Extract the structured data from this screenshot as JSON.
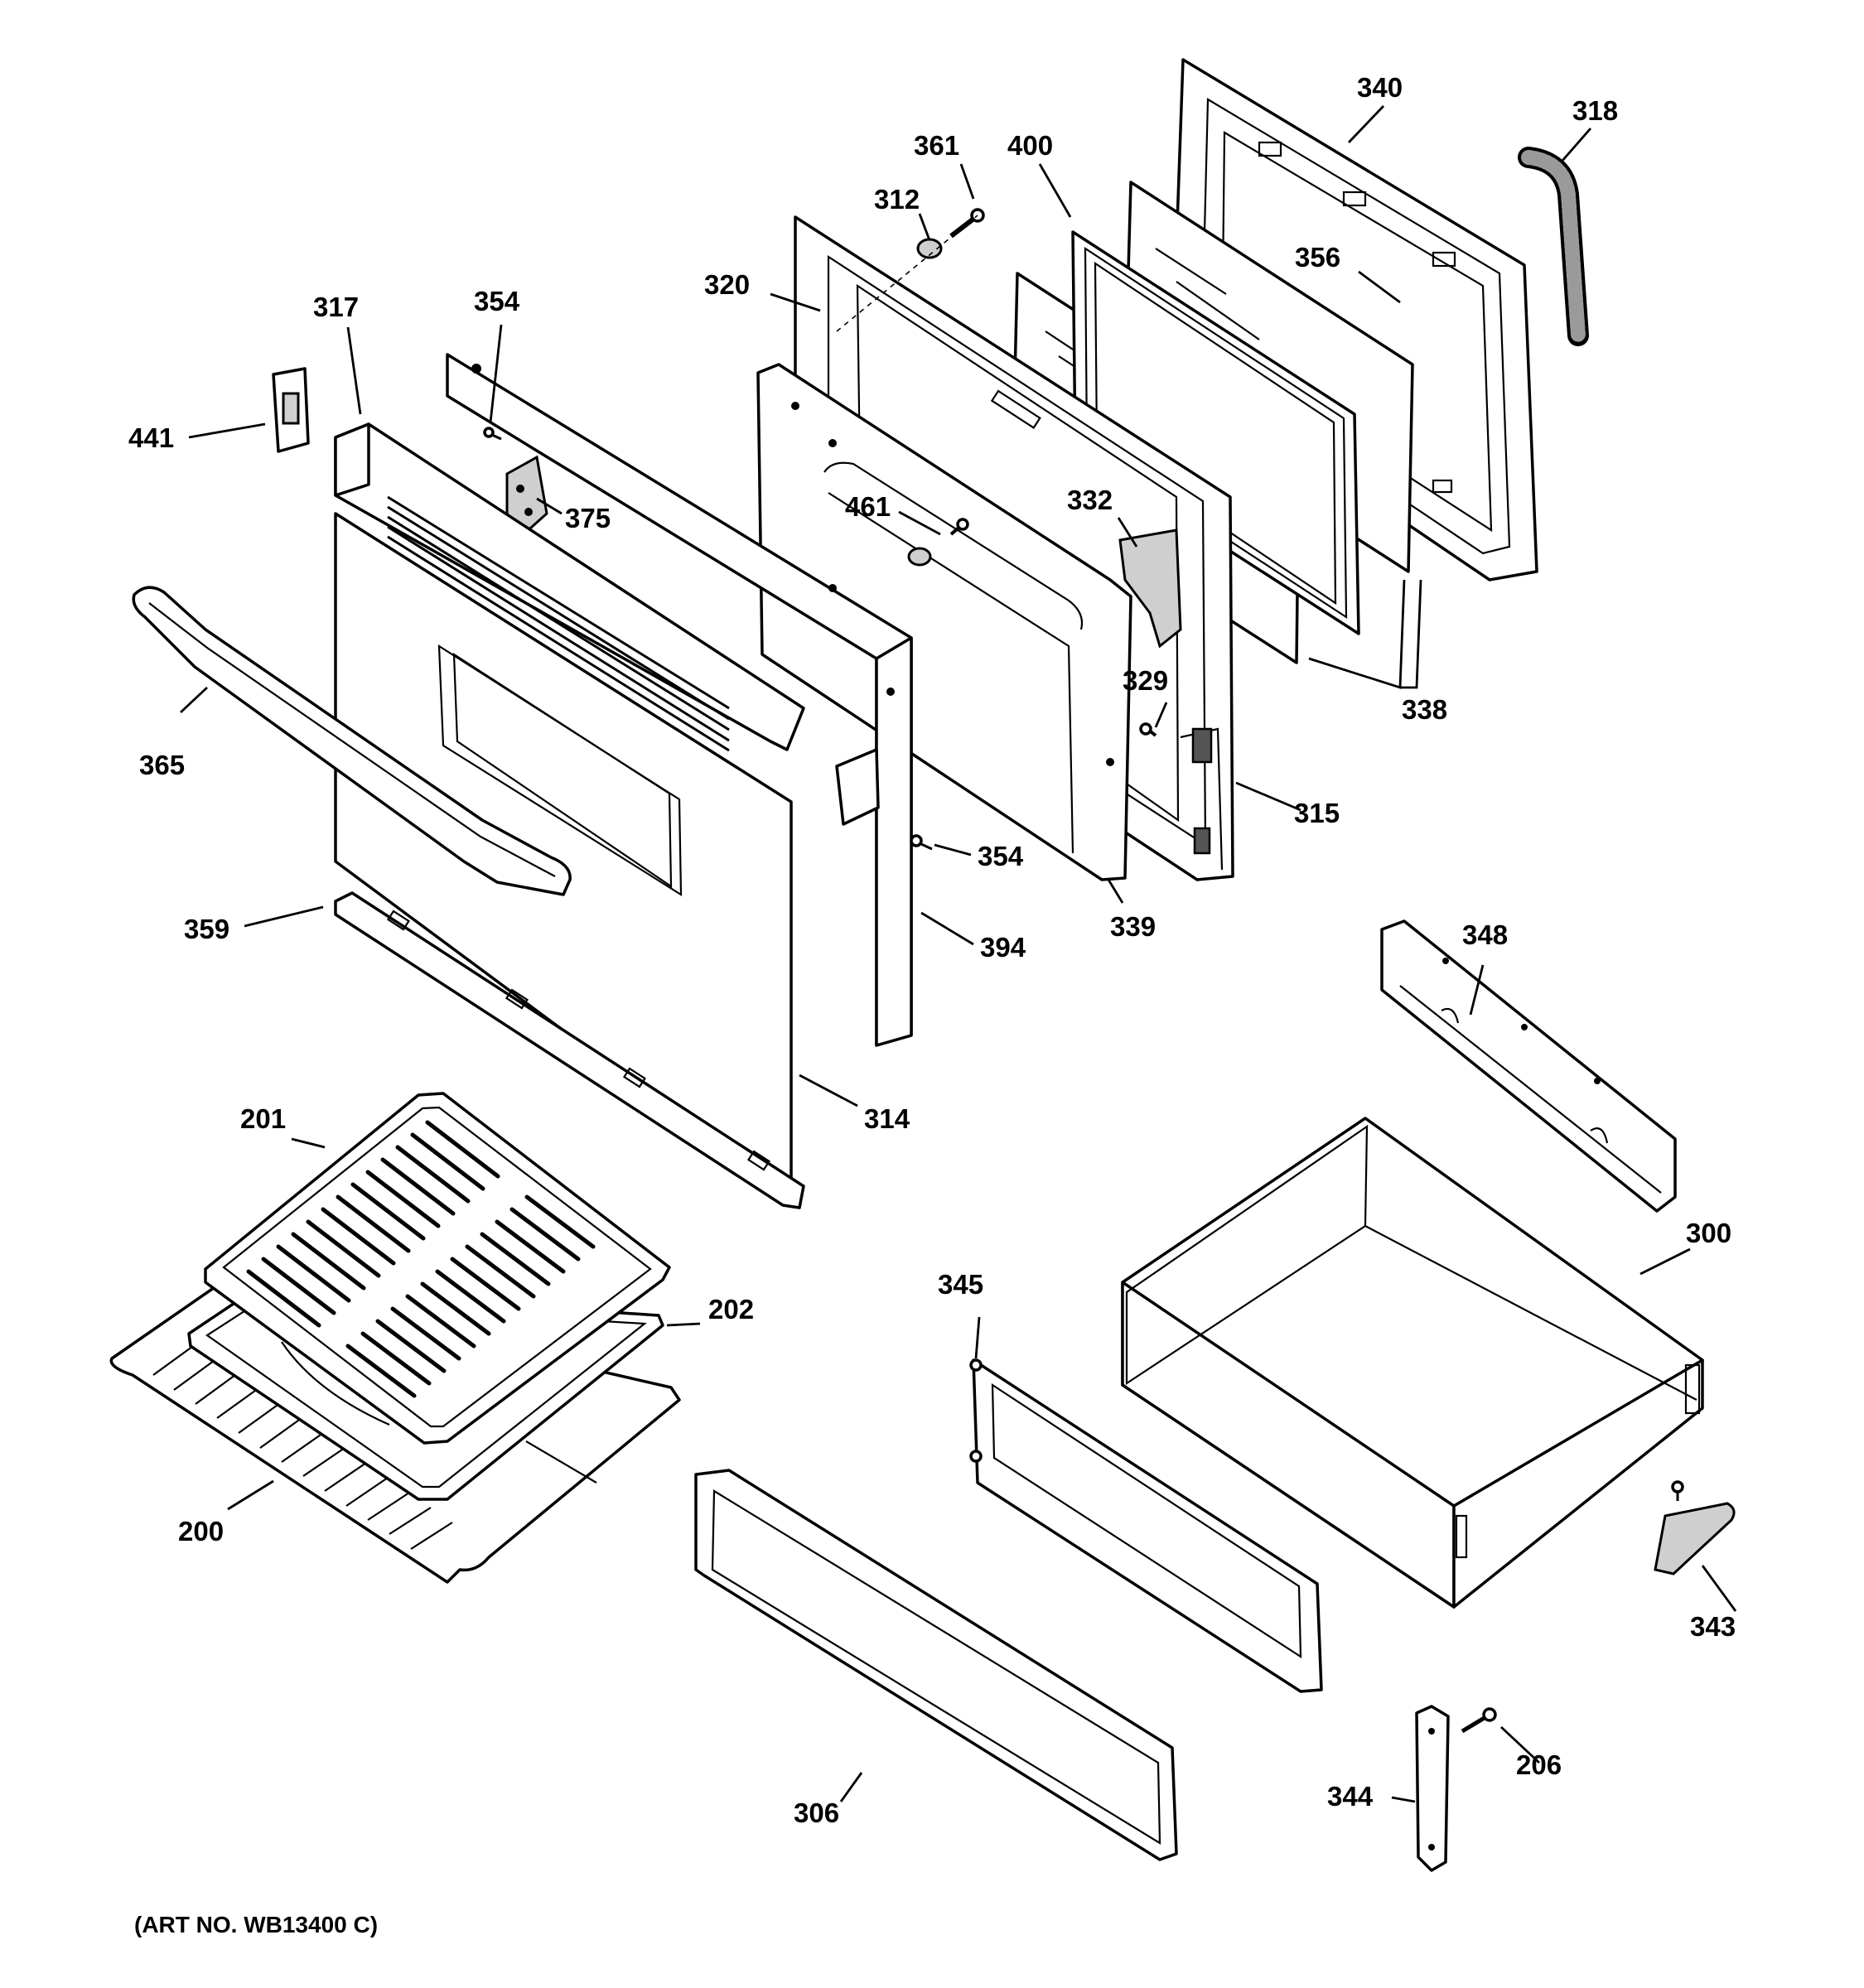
{
  "art_number": "(ART NO. WB13400 C)",
  "callouts": {
    "c340": "340",
    "c318": "318",
    "c361": "361",
    "c400": "400",
    "c312": "312",
    "c356": "356",
    "c320": "320",
    "c317": "317",
    "c354a": "354",
    "c441": "441",
    "c375": "375",
    "c461": "461",
    "c332": "332",
    "c329": "329",
    "c338": "338",
    "c365": "365",
    "c315": "315",
    "c354b": "354",
    "c339": "339",
    "c359": "359",
    "c394": "394",
    "c348": "348",
    "c314": "314",
    "c201": "201",
    "c300": "300",
    "c345": "345",
    "c202": "202",
    "c200": "200",
    "c343": "343",
    "c306": "306",
    "c206": "206",
    "c344": "344"
  }
}
